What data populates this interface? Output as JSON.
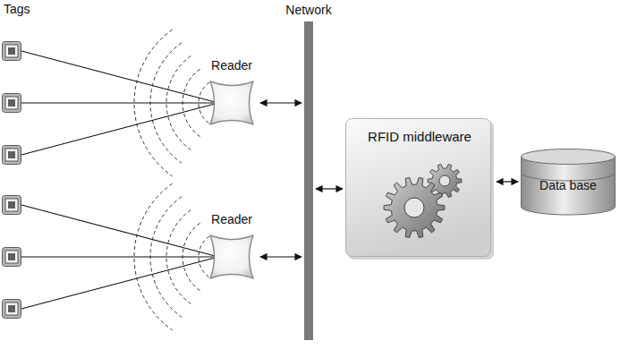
{
  "diagram": {
    "nodes": [
      {
        "text": [
          "Reader"
        ]
      },
      {
        "text": [
          "Reader"
        ]
      },
      {
        "text": [
          "Network"
        ]
      },
      {
        "text": [
          "RFID middleware"
        ]
      },
      {
        "text": [
          "Data base"
        ]
      }
    ],
    "edges": [
      {
        "from": 0,
        "to": 2,
        "arrow": "both"
      },
      {
        "from": 1,
        "to": 2,
        "arrow": "both"
      },
      {
        "from": 2,
        "to": 3,
        "arrow": "both"
      },
      {
        "from": 3,
        "to": 4,
        "arrow": "both"
      }
    ],
    "labels": [
      "Tags"
    ]
  }
}
